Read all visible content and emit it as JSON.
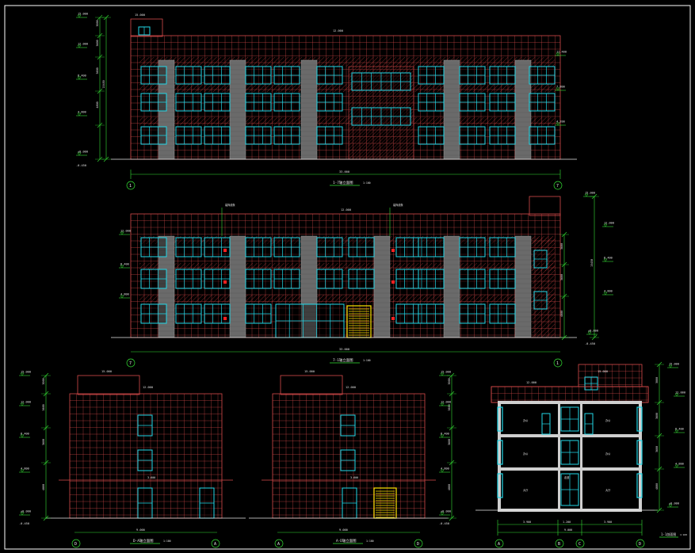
{
  "colors": {
    "background": "#000000",
    "frame": "#ffffff",
    "facade_grid": "#d84a4a",
    "window": "#22d8e8",
    "dimension": "#34e034",
    "column": "#6a6a6a",
    "hatch": "#c83c3c",
    "door_yellow": "#ffe600",
    "marker": "#ff2020",
    "label": "#e8e8e8"
  },
  "elevations": {
    "front": {
      "title": "1-7轴立面图",
      "scale": "1:100",
      "top_level": "12.000",
      "roof_level": "15.000",
      "total_dim": "33.000",
      "grid_left": "1",
      "grid_right": "7",
      "levels": [
        "15.000",
        "12.000",
        "8.400",
        "4.800",
        "±0.000",
        "-0.450"
      ],
      "marks": [
        "11.400",
        "7.800",
        "4.200",
        "3.600"
      ]
    },
    "rear": {
      "title": "7-1轴立面图",
      "scale": "1:100",
      "top_level": "12.000",
      "roof_level": "15.000",
      "total_dim": "33.000",
      "grid_left": "7",
      "grid_right": "1",
      "levels": [
        "15.000",
        "12.000",
        "8.400",
        "4.800",
        "±0.000",
        "-0.450"
      ],
      "note": "装饰线条"
    },
    "side_left": {
      "title": "D-A轴立面图",
      "scale": "1:100",
      "top_level": "12.000",
      "roof_level": "15.000",
      "total_dim": "9.000",
      "grid_left": "D",
      "grid_right": "A",
      "levels": [
        "15.000",
        "12.000",
        "8.400",
        "4.800",
        "±0.000",
        "-0.450"
      ],
      "canopy": "3.600"
    },
    "side_right": {
      "title": "A-D轴立面图",
      "scale": "1:100",
      "top_level": "12.000",
      "roof_level": "15.000",
      "total_dim": "9.000",
      "grid_left": "A",
      "grid_right": "D",
      "levels": [
        "15.000",
        "12.000",
        "8.400",
        "4.800",
        "±0.000",
        "-0.450"
      ],
      "canopy": "3.600"
    },
    "section": {
      "title": "1-1剖面图",
      "scale": "1:100",
      "top_level": "12.000",
      "roof_level": "15.000",
      "total_dim": "9.000",
      "segment_dims": [
        "3.900",
        "1.200",
        "3.900"
      ],
      "grids": [
        "A",
        "B",
        "C",
        "D"
      ],
      "levels": [
        "15.000",
        "12.000",
        "8.400",
        "4.800",
        "±0.000",
        "-0.450"
      ],
      "rooms": [
        "办公",
        "走道",
        "办公",
        "办公",
        "办公",
        "大厅",
        "大厅"
      ]
    }
  }
}
